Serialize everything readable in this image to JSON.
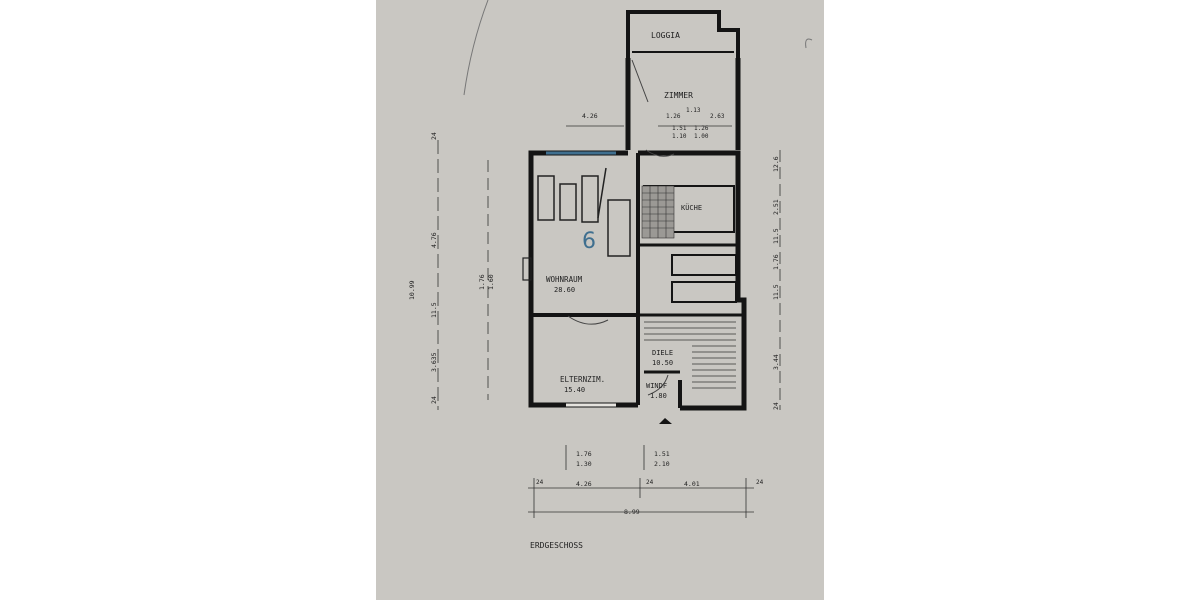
{
  "rooms": {
    "loggia": "LOGGIA",
    "zimmer": "ZIMMER",
    "kueche": "KÜCHE",
    "wohnraum": "WOHNRAUM",
    "wohnraum_area": "28.60",
    "elternzim": "ELTERNZIM.",
    "elternzim_area": "15.40",
    "diele": "DIELE",
    "diele_area": "10.50",
    "windf": "WINDF",
    "windf_area": "1.80"
  },
  "unit_number": "6",
  "floor_label": "ERDGESCHOSS",
  "dimensions": {
    "top_left": "4.26",
    "top_r1": "1.26",
    "top_r2": "1.13",
    "top_r3": "2.63",
    "top_small_a1": "1.51",
    "top_small_a2": "1.10",
    "top_small_b1": "1.26",
    "top_small_b2": "1.00",
    "left_total": "10.99",
    "left_a": "24",
    "left_b": "4.76",
    "left_c": "11.5",
    "left_d": "3.635",
    "left_e": "24",
    "inner_a": "1.76",
    "inner_b": "1.60",
    "right_a": "12.6",
    "right_b": "2.51",
    "right_c": "11.5",
    "right_d": "1.76",
    "right_e": "11.5",
    "right_f": "3.44",
    "right_g": "24",
    "bottom_open1a": "1.76",
    "bottom_open1b": "1.30",
    "bottom_open2a": "1.51",
    "bottom_open2b": "2.10",
    "bottom_24a": "24",
    "bottom_426": "4.26",
    "bottom_24b": "24",
    "bottom_401": "4.01",
    "bottom_24c": "24",
    "bottom_total": "8.99"
  },
  "colors": {
    "paper": "#c9c7c2",
    "wall": "#141414",
    "marker_blue": "#3f6f8f"
  }
}
